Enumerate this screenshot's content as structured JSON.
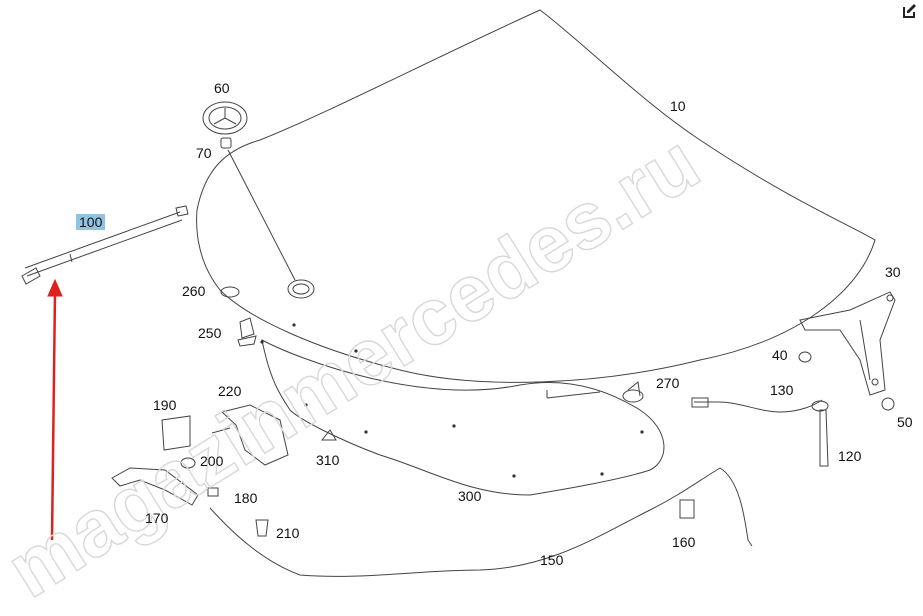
{
  "diagram": {
    "callouts": [
      {
        "id": "c10",
        "label": "10"
      },
      {
        "id": "c30",
        "label": "30"
      },
      {
        "id": "c40",
        "label": "40"
      },
      {
        "id": "c50",
        "label": "50"
      },
      {
        "id": "c60",
        "label": "60"
      },
      {
        "id": "c70",
        "label": "70"
      },
      {
        "id": "c100",
        "label": "100",
        "highlighted": true
      },
      {
        "id": "c120",
        "label": "120"
      },
      {
        "id": "c130",
        "label": "130"
      },
      {
        "id": "c150",
        "label": "150"
      },
      {
        "id": "c160",
        "label": "160"
      },
      {
        "id": "c170",
        "label": "170"
      },
      {
        "id": "c180",
        "label": "180"
      },
      {
        "id": "c190",
        "label": "190"
      },
      {
        "id": "c200",
        "label": "200"
      },
      {
        "id": "c210",
        "label": "210"
      },
      {
        "id": "c220",
        "label": "220"
      },
      {
        "id": "c250",
        "label": "250"
      },
      {
        "id": "c260",
        "label": "260"
      },
      {
        "id": "c270",
        "label": "270"
      },
      {
        "id": "c300",
        "label": "300"
      },
      {
        "id": "c310",
        "label": "310"
      }
    ],
    "watermark": "magazinmercedes.ru",
    "colors": {
      "highlight": "#8fc3e3",
      "arrow": "#e0201c",
      "line": "#444444"
    },
    "icons": {
      "edit": "edit-icon",
      "arrow": "red-pointer-arrow"
    }
  }
}
